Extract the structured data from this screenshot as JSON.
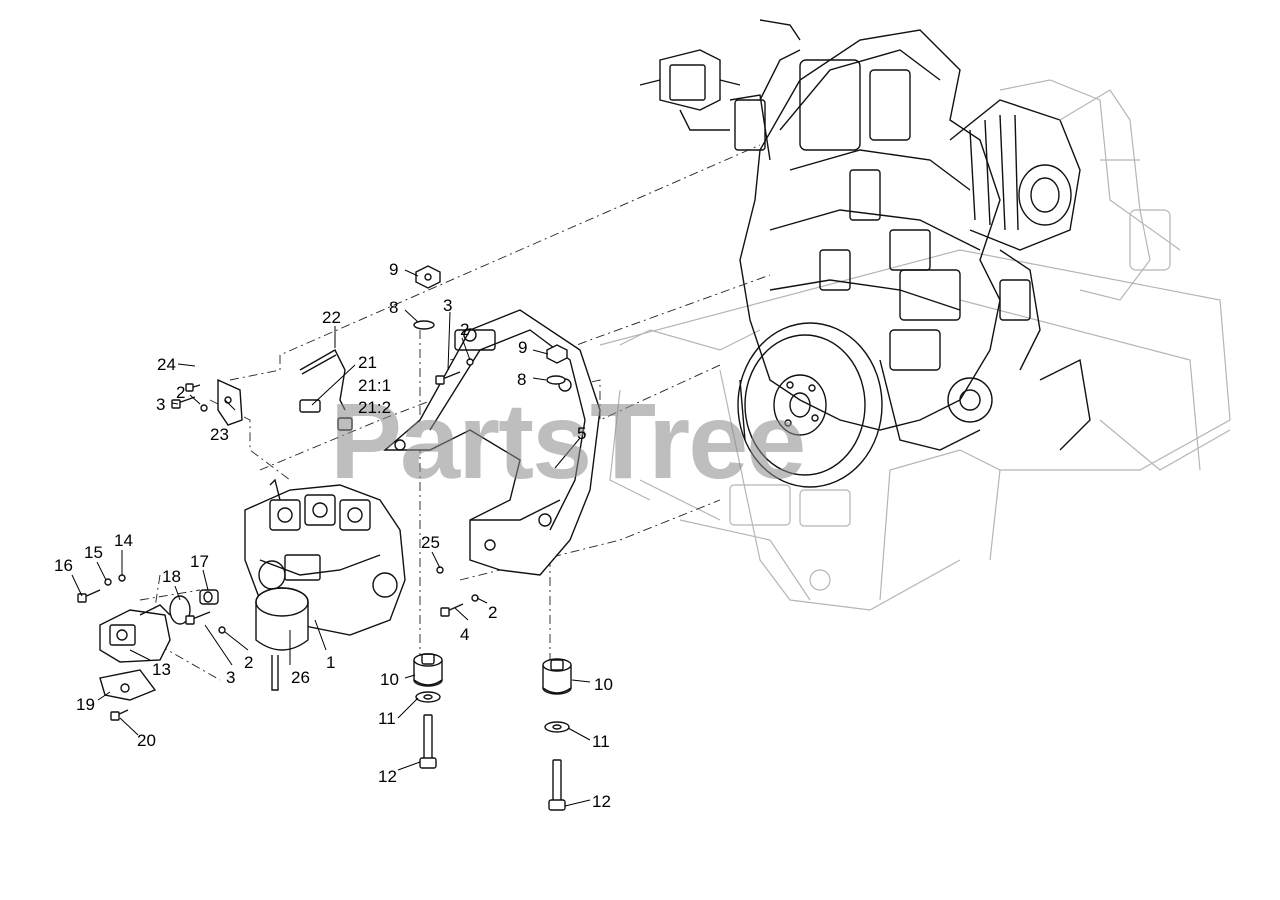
{
  "watermark": "PartsTree",
  "callouts": [
    {
      "id": "c9a",
      "label": "9"
    },
    {
      "id": "c8a",
      "label": "8"
    },
    {
      "id": "c3a",
      "label": "3"
    },
    {
      "id": "c2a",
      "label": "2"
    },
    {
      "id": "c22",
      "label": "22"
    },
    {
      "id": "c21",
      "label": "21"
    },
    {
      "id": "c21_1",
      "label": "21:1"
    },
    {
      "id": "c21_2",
      "label": "21:2"
    },
    {
      "id": "c24",
      "label": "24"
    },
    {
      "id": "c3b",
      "label": "3"
    },
    {
      "id": "c2b",
      "label": "2"
    },
    {
      "id": "c23",
      "label": "23"
    },
    {
      "id": "c9b",
      "label": "9"
    },
    {
      "id": "c8b",
      "label": "8"
    },
    {
      "id": "c5",
      "label": "5"
    },
    {
      "id": "c25",
      "label": "25"
    },
    {
      "id": "c16",
      "label": "16"
    },
    {
      "id": "c15",
      "label": "15"
    },
    {
      "id": "c14",
      "label": "14"
    },
    {
      "id": "c18",
      "label": "18"
    },
    {
      "id": "c17",
      "label": "17"
    },
    {
      "id": "c2c",
      "label": "2"
    },
    {
      "id": "c4",
      "label": "4"
    },
    {
      "id": "c2d",
      "label": "2"
    },
    {
      "id": "c3c",
      "label": "3"
    },
    {
      "id": "c26",
      "label": "26"
    },
    {
      "id": "c1",
      "label": "1"
    },
    {
      "id": "c13",
      "label": "13"
    },
    {
      "id": "c19",
      "label": "19"
    },
    {
      "id": "c20",
      "label": "20"
    },
    {
      "id": "c10a",
      "label": "10"
    },
    {
      "id": "c11a",
      "label": "11"
    },
    {
      "id": "c12a",
      "label": "12"
    },
    {
      "id": "c10b",
      "label": "10"
    },
    {
      "id": "c11b",
      "label": "11"
    },
    {
      "id": "c12b",
      "label": "12"
    }
  ]
}
